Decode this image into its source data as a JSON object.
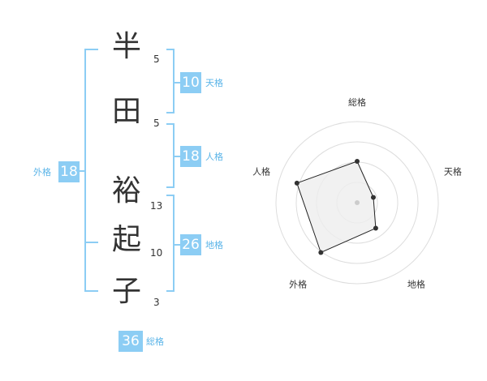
{
  "name": {
    "characters": [
      {
        "char": "半",
        "strokes": "5"
      },
      {
        "char": "田",
        "strokes": "5"
      },
      {
        "char": "裕",
        "strokes": "13"
      },
      {
        "char": "起",
        "strokes": "10"
      },
      {
        "char": "子",
        "strokes": "3"
      }
    ]
  },
  "kakusu": {
    "tenkaku": {
      "value": "10",
      "label": "天格"
    },
    "jinkaku": {
      "value": "18",
      "label": "人格"
    },
    "chikaku": {
      "value": "26",
      "label": "地格"
    },
    "gaikaku": {
      "value": "18",
      "label": "外格"
    },
    "soukaku": {
      "value": "36",
      "label": "総格"
    }
  },
  "colors": {
    "accent": "#8ccdf4",
    "label": "#5ab4e8",
    "text": "#333333",
    "ring": "#dddddd",
    "fill": "#eeeeee"
  },
  "chart_data": {
    "type": "radar",
    "axes": [
      "総格",
      "天格",
      "地格",
      "外格",
      "人格"
    ],
    "values": [
      0.51,
      0.21,
      0.39,
      0.76,
      0.78
    ],
    "range": [
      0,
      1
    ],
    "rings": 4
  }
}
